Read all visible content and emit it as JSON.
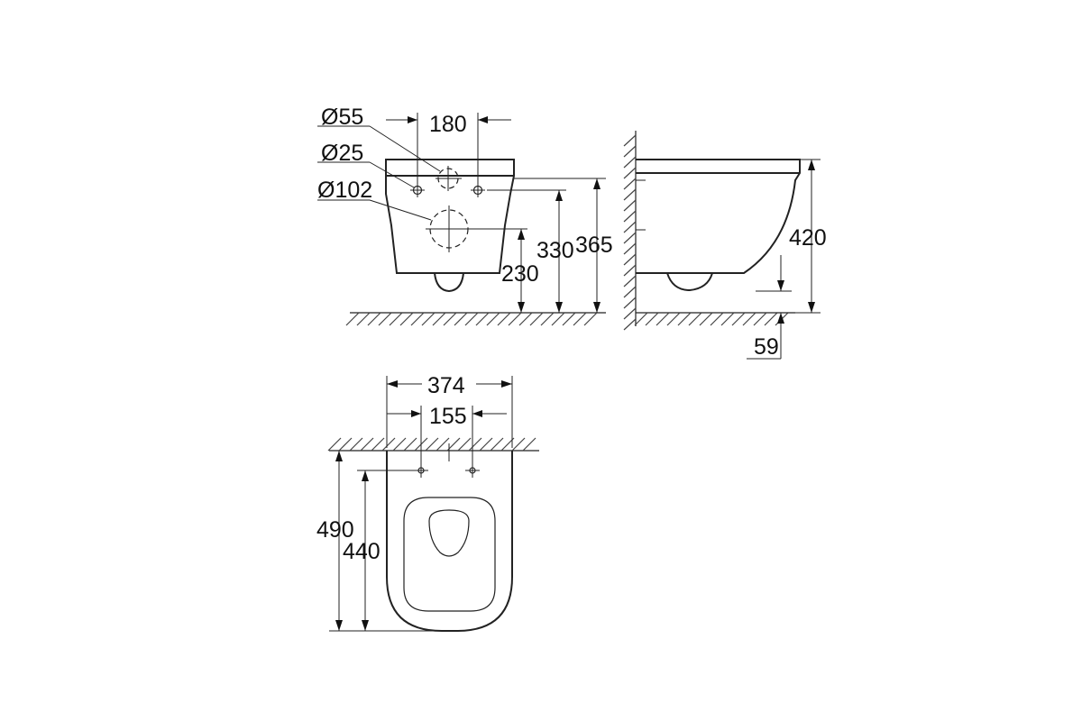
{
  "front_view": {
    "dia_outlet": "Ø55",
    "dia_fixing": "Ø25",
    "dia_inlet": "Ø102",
    "fixing_spacing": "180",
    "height_230": "230",
    "height_330": "330",
    "height_365": "365"
  },
  "side_view": {
    "height_420": "420",
    "offset_59": "59"
  },
  "top_view": {
    "width_374": "374",
    "fixing_spacing_155": "155",
    "length_490": "490",
    "length_440": "440"
  }
}
